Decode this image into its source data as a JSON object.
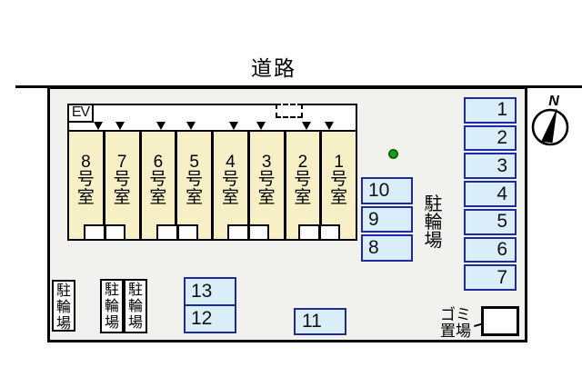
{
  "road": {
    "label": "道路"
  },
  "compass": {
    "north": "N"
  },
  "building": {
    "elevator": "EV",
    "rooms": [
      {
        "label": "8号室"
      },
      {
        "label": "7号室"
      },
      {
        "label": "6号室"
      },
      {
        "label": "5号室"
      },
      {
        "label": "4号室"
      },
      {
        "label": "3号室"
      },
      {
        "label": "2号室"
      },
      {
        "label": "1号室"
      }
    ]
  },
  "parking": {
    "right_column": {
      "spaces": [
        "1",
        "2",
        "3",
        "4",
        "5",
        "6",
        "7"
      ]
    },
    "middle_column": {
      "spaces": [
        "10",
        "9",
        "8"
      ]
    },
    "bottom_stack": {
      "spaces": [
        "13",
        "12"
      ]
    },
    "single_space": "11",
    "fill_color": "#d9eef8",
    "border_color": "#1e2b9e"
  },
  "bicycle": {
    "label": "駐輪場"
  },
  "garbage": {
    "label": "ゴミ置場"
  },
  "colors": {
    "room_fill": "#f7f0c6",
    "lot_background": "#f1f1ee",
    "tree_green": "#17a017",
    "line_black": "#000000"
  }
}
